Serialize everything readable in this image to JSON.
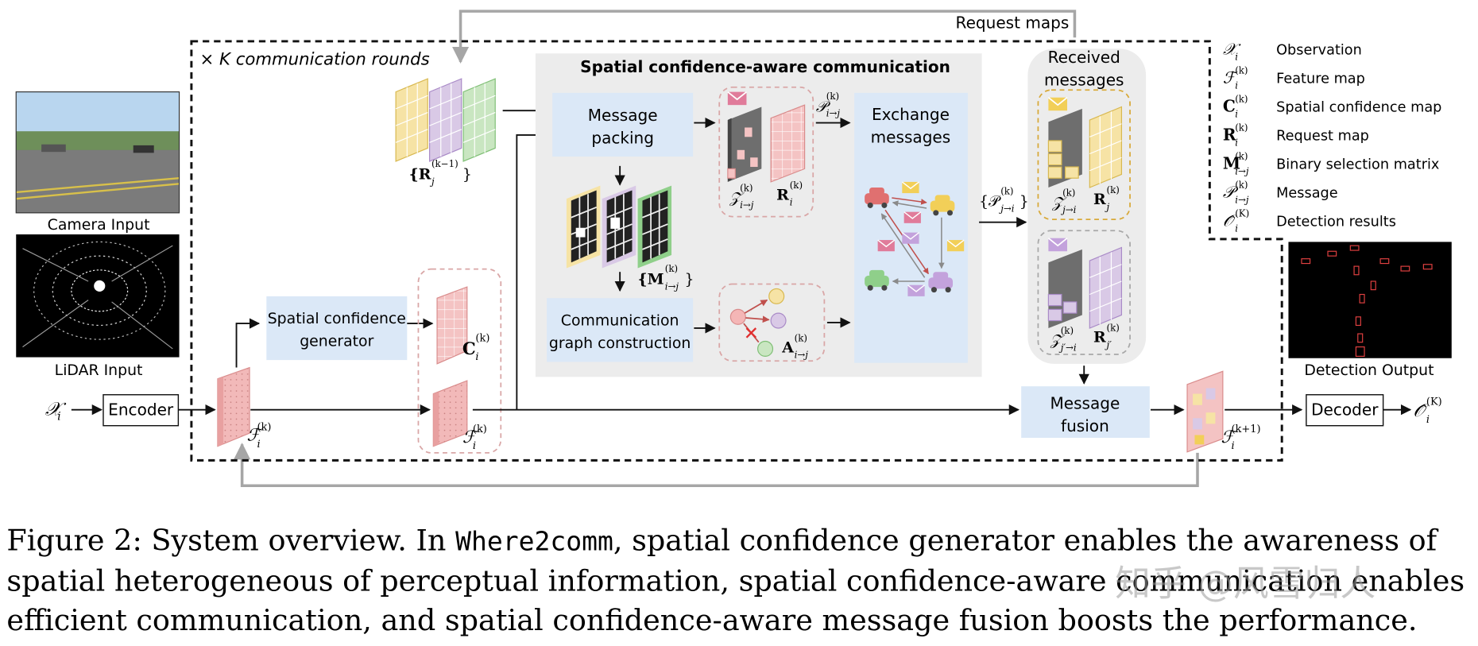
{
  "outer": {
    "rounds_label": "× K communication rounds",
    "request_maps_label": "Request maps"
  },
  "inputs": {
    "camera_label": "Camera Input",
    "lidar_label": "LiDAR Input",
    "observation_symbol": "𝒳",
    "observation_sub": "i"
  },
  "blocks": {
    "encoder": "Encoder",
    "decoder": "Decoder",
    "conf_gen_line1": "Spatial confidence",
    "conf_gen_line2": "generator",
    "msg_packing_line1": "Message",
    "msg_packing_line2": "packing",
    "comm_graph_line1": "Communication",
    "comm_graph_line2": "graph construction",
    "exchange_line1": "Exchange",
    "exchange_line2": "messages",
    "fusion_line1": "Message",
    "fusion_line2": "fusion",
    "received_line1": "Received",
    "received_line2": "messages"
  },
  "panel": {
    "title": "Spatial confidence-aware communication"
  },
  "math": {
    "R_prev": "{R",
    "R_prev_sub": "j",
    "R_prev_sup": "(k−1)",
    "R_prev_close": "}",
    "M_set": "{M",
    "M_set_sub": "i→j",
    "M_set_sup": "(k)",
    "M_set_close": "}",
    "Z_ij": "𝒵",
    "Z_ij_sub": "i→j",
    "Z_ij_sup": "(k)",
    "R_i": "R",
    "R_i_sub": "i",
    "R_i_sup": "(k)",
    "P_ij": "𝒫",
    "P_ij_sub": "i→j",
    "P_ij_sup": "(k)",
    "P_ji_set": "{𝒫",
    "P_ji_set_sub": "j→i",
    "P_ji_set_sup": "(k)",
    "P_ji_set_close": "}",
    "A_ij": "A",
    "A_ij_sub": "i→j",
    "A_ij_sup": "(k)",
    "C_i": "C",
    "C_i_sub": "i",
    "C_i_sup": "(k)",
    "F_i": "ℱ",
    "F_i_sub": "i",
    "F_i_sup": "(k)",
    "F_next": "ℱ",
    "F_next_sub": "i",
    "F_next_sup": "(k+1)",
    "Z_ji": "𝒵",
    "Z_ji_sub": "j→i",
    "Z_ji_sup": "(k)",
    "R_j": "R",
    "R_j_sub": "j",
    "R_j_sup": "(k)",
    "Z_jpi": "𝒵",
    "Z_jpi_sub": "j′→i",
    "Z_jpi_sup": "(k)",
    "R_jp": "R",
    "R_jp_sub": "j′",
    "R_jp_sup": "(k)",
    "O_hat": "𝒪̂",
    "O_hat_sub": "i",
    "O_hat_sup": "(K)"
  },
  "legend": [
    {
      "symbol": "𝒳",
      "sub": "i",
      "sup": "",
      "desc": "Observation"
    },
    {
      "symbol": "ℱ",
      "sub": "i",
      "sup": "(k)",
      "desc": "Feature map"
    },
    {
      "symbol": "C",
      "sub": "i",
      "sup": "(k)",
      "desc": "Spatial confidence map"
    },
    {
      "symbol": "R",
      "sub": "i",
      "sup": "(k)",
      "desc": "Request map"
    },
    {
      "symbol": "M",
      "sub": "i→j",
      "sup": "(k)",
      "desc": "Binary selection matrix"
    },
    {
      "symbol": "𝒫",
      "sub": "i→j",
      "sup": "(k)",
      "desc": "Message"
    },
    {
      "symbol": "𝒪̂",
      "sub": "i",
      "sup": "(K)",
      "desc": "Detection results"
    }
  ],
  "output": {
    "label": "Detection Output"
  },
  "caption": {
    "line1_pre": "Figure 2: System overview. In ",
    "line1_code": "Where2comm",
    "line1_post": ", spatial confidence generator enables the awareness of",
    "line2": "spatial heterogeneous of perceptual information, spatial confidence-aware communication enables",
    "line3": "efficient communication, and spatial confidence-aware message fusion boosts the performance."
  },
  "watermark": "知乎 @风雪归人",
  "colors": {
    "block_blue": "#dbe8f7",
    "panel_gray": "#ececec",
    "pink": "#f4c3c3",
    "pink_dark": "#d98c8c",
    "yellow": "#f6e3a5",
    "purple": "#d9c9e6",
    "green": "#c9e6c1",
    "gray_arrow": "#a6a6a6",
    "car_red": "#e07070",
    "car_yellow": "#f2cf58",
    "car_green": "#8fcf8a",
    "car_purple": "#c3a2dc"
  }
}
